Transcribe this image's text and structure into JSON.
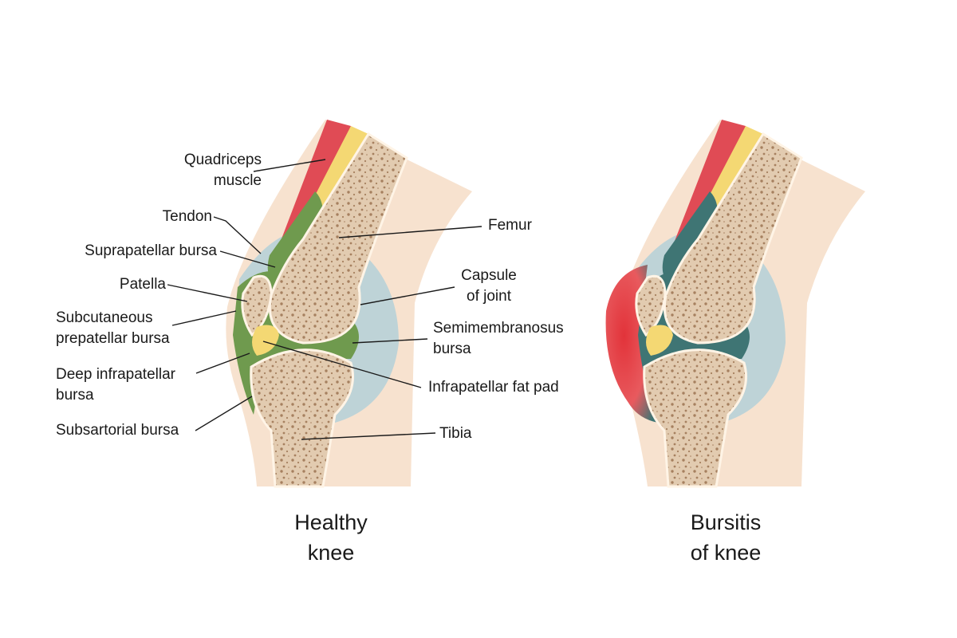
{
  "healthy": {
    "caption": "Healthy\nknee",
    "labels": {
      "quadriceps": "Quadriceps\nmuscle",
      "tendon": "Tendon",
      "suprapatellar": "Suprapatellar bursa",
      "patella": "Patella",
      "subcutaneous": "Subcutaneous\nprepatellar bursa",
      "deep_infrapatellar": "Deep infrapatellar\nbursa",
      "subsartorial": "Subsartorial bursa",
      "femur": "Femur",
      "capsule": "Capsule\nof joint",
      "semimembranosus": "Semimembranosus\nbursa",
      "fat_pad": "Infrapatellar fat pad",
      "tibia": "Tibia"
    }
  },
  "bursitis": {
    "caption": "Bursitis\nof knee"
  },
  "colors": {
    "skin": "#f7e2cf",
    "bone": "#e2cbb0",
    "bone_spot": "#a6805f",
    "marrow_line": "#fff4e6",
    "muscle": "#e04b55",
    "fat_yellow": "#f4d873",
    "bursa_green": "#6f9a4e",
    "bursa_teal": "#3f7574",
    "capsule_blue": "#bed3d7",
    "inflamed_red": "#e2333a",
    "leader_lines": "#1a1a1a"
  }
}
